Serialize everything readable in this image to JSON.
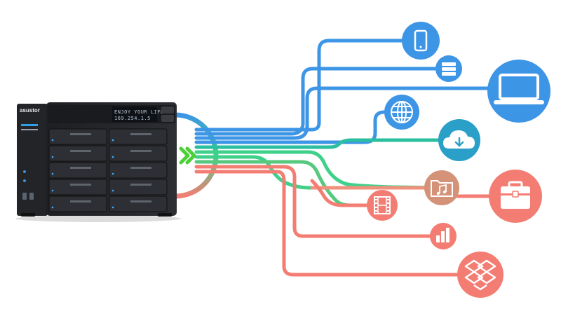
{
  "device": {
    "brand": "asustor",
    "lcd_line1": "ENJOY YOUR LIFE",
    "lcd_line2": "169.254.1.5"
  },
  "nodes": [
    {
      "icon": "smartphone-icon",
      "color": "#3d95e6"
    },
    {
      "icon": "server-icon",
      "color": "#3d95e6"
    },
    {
      "icon": "laptop-icon",
      "color": "#3d95e6"
    },
    {
      "icon": "globe-icon",
      "color": "#3d95e6"
    },
    {
      "icon": "cloud-download-icon",
      "color": "#2aa0c9"
    },
    {
      "icon": "music-folder-icon",
      "color": "#d49378"
    },
    {
      "icon": "briefcase-icon",
      "color": "#f47d73"
    },
    {
      "icon": "film-icon",
      "color": "#f47d73"
    },
    {
      "icon": "bar-chart-icon",
      "color": "#f47d73"
    },
    {
      "icon": "dropbox-icon",
      "color": "#f47d73"
    }
  ],
  "colors": {
    "blue": "#3d95e6",
    "teal": "#2bbf9f",
    "green": "#3fd18a",
    "coral": "#f47d73",
    "arrow": "#4ccf37"
  }
}
